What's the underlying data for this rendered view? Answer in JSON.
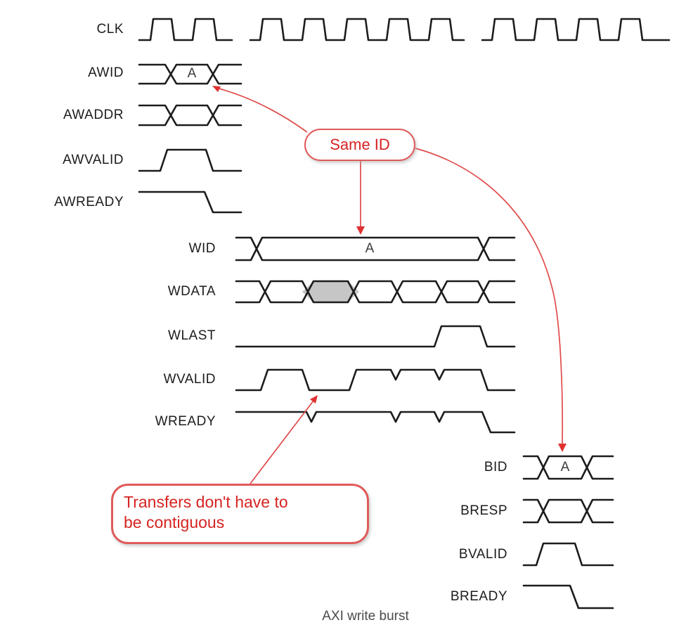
{
  "caption": "AXI write burst",
  "signals": {
    "clk": {
      "label": "CLK"
    },
    "aw": [
      {
        "label": "AWID",
        "value": "A"
      },
      {
        "label": "AWADDR"
      },
      {
        "label": "AWVALID"
      },
      {
        "label": "AWREADY"
      }
    ],
    "w": [
      {
        "label": "WID",
        "value": "A"
      },
      {
        "label": "WDATA"
      },
      {
        "label": "WLAST"
      },
      {
        "label": "WVALID"
      },
      {
        "label": "WREADY"
      }
    ],
    "b": [
      {
        "label": "BID",
        "value": "A"
      },
      {
        "label": "BRESP"
      },
      {
        "label": "BVALID"
      },
      {
        "label": "BREADY"
      }
    ]
  },
  "annotations": {
    "same_id": {
      "text": "Same ID"
    },
    "contiguous": {
      "line1": "Transfers don't have to",
      "line2": "be contiguous"
    }
  },
  "colors": {
    "waveform": "#1c1c1c",
    "annotation_line": "#e04a4a",
    "annotation_text": "#d62323",
    "label_text": "#1c1c1c",
    "bus_value_text": "#3c3c3c",
    "wdata_gray_fill": "#c6c6c6",
    "caption_text": "#4a4a4a"
  }
}
